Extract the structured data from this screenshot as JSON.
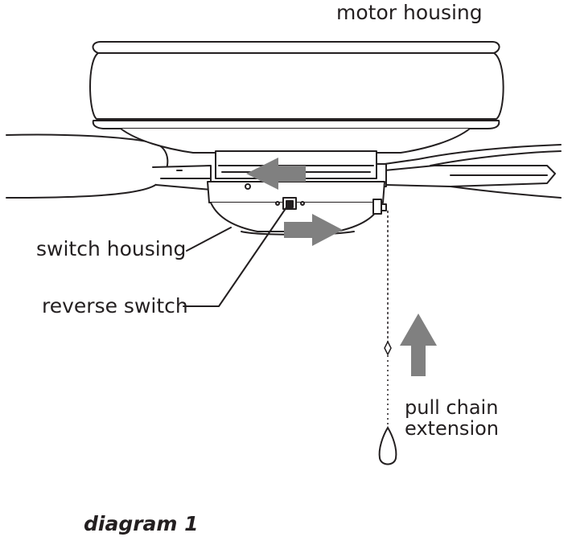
{
  "labels": {
    "motor_housing": "motor housing",
    "switch_housing": "switch housing",
    "reverse_switch": "reverse switch",
    "pull_chain_line1": "pull chain",
    "pull_chain_line2": "extension"
  },
  "caption": "diagram 1",
  "colors": {
    "line": "#231f20",
    "arrow": "#808080",
    "background": "#ffffff"
  },
  "icons": [
    "arrow-left-icon",
    "arrow-right-icon",
    "arrow-up-icon"
  ]
}
